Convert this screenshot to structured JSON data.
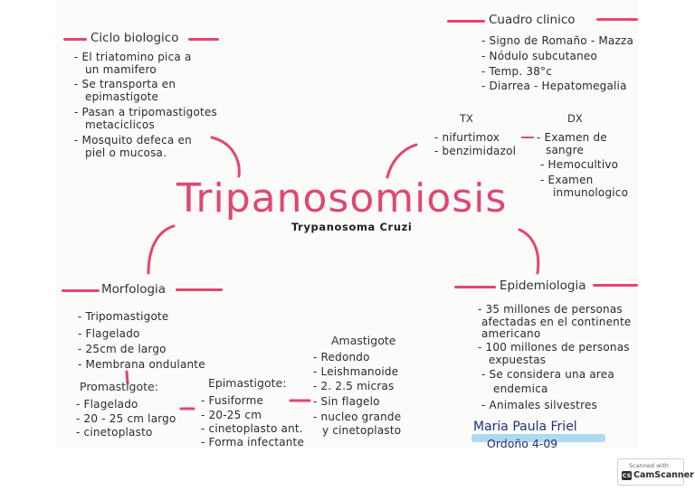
{
  "title": "Tripanosomiosis",
  "subtitle": "Trypanosoma Cruzi",
  "ciclo": {
    "heading": "Ciclo biologico",
    "lines": [
      "- El triatomino pica a",
      "un mamifero",
      "- Se transporta en",
      "epimastigote",
      "- Pasan a tripomastigotes",
      "metaciclicos",
      "- Mosquito defeca en",
      "piel o mucosa."
    ]
  },
  "cuadro": {
    "heading": "Cuadro clinico",
    "lines": [
      "- Signo de Romaño - Mazza",
      "- Nódulo subcutaneo",
      "- Temp. 38°c",
      "- Diarrea - Hepatomegalia"
    ]
  },
  "tx": {
    "heading": "TX",
    "lines": [
      "- nifurtimox",
      "- benzimidazol"
    ]
  },
  "dx": {
    "heading": "DX",
    "lines": [
      "- Examen de",
      "sangre",
      "- Hemocultivo",
      "- Examen",
      "inmunologico"
    ]
  },
  "morfologia": {
    "heading": "Morfologia",
    "lines": [
      "- Tripomastigote",
      "- Flagelado",
      "- 25cm de largo",
      "- Membrana ondulante"
    ]
  },
  "promastigote": {
    "heading": "Promastigote:",
    "lines": [
      "- Flagelado",
      "- 20 - 25 cm largo",
      "- cinetoplasto"
    ]
  },
  "epimastigote": {
    "heading": "Epimastigote:",
    "lines": [
      "- Fusiforme",
      "- 20-25 cm",
      "- cinetoplasto ant.",
      "- Forma infectante"
    ]
  },
  "amastigote": {
    "heading": "Amastigote",
    "lines": [
      "- Redondo",
      "- Leishmanoide",
      "- 2. 2.5 micras",
      "- Sin flagelo",
      "- nucleo grande",
      "y cinetoplasto"
    ]
  },
  "epidemiologia": {
    "heading": "Epidemiologia",
    "lines": [
      "- 35 millones de personas",
      "afectadas en el continente",
      "americano",
      "- 100 millones de personas",
      "expuestas",
      "- Se considera una area",
      "endemica",
      "- Animales silvestres"
    ]
  },
  "signature": {
    "name": "Maria Paula Friel",
    "surname": "Ordoño 4-09"
  },
  "scanner": {
    "scanned_with": "Scanned with",
    "badge": "CS",
    "brand": "CamScanner"
  },
  "colors": {
    "accent": "#e0476f",
    "ink": "#2a2a2a",
    "highlight": "#9fd3ef"
  }
}
